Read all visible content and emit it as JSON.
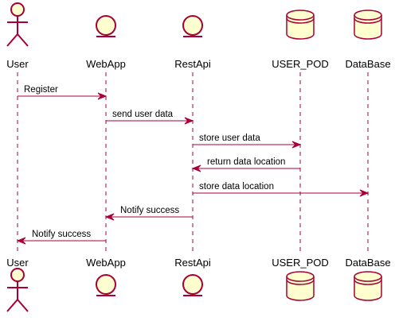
{
  "diagram": {
    "type": "sequence",
    "colors": {
      "participant_fill": "#fefece",
      "participant_stroke": "#a80036",
      "lifeline": "#a80036",
      "arrow": "#a80036",
      "text": "#000000"
    },
    "participants": [
      {
        "id": "user",
        "name": "User",
        "shape": "actor",
        "icon": "actor-icon"
      },
      {
        "id": "webapp",
        "name": "WebApp",
        "shape": "entity",
        "icon": "entity-icon"
      },
      {
        "id": "restapi",
        "name": "RestApi",
        "shape": "entity",
        "icon": "entity-icon"
      },
      {
        "id": "user_pod",
        "name": "USER_POD",
        "shape": "database",
        "icon": "database-icon"
      },
      {
        "id": "database",
        "name": "DataBase",
        "shape": "database",
        "icon": "database-icon"
      }
    ],
    "messages": [
      {
        "from": "user",
        "to": "webapp",
        "label": "Register"
      },
      {
        "from": "webapp",
        "to": "restapi",
        "label": "send user data"
      },
      {
        "from": "restapi",
        "to": "user_pod",
        "label": "store user data"
      },
      {
        "from": "user_pod",
        "to": "restapi",
        "label": "return data location"
      },
      {
        "from": "restapi",
        "to": "database",
        "label": "store data location"
      },
      {
        "from": "restapi",
        "to": "webapp",
        "label": "Notify success"
      },
      {
        "from": "webapp",
        "to": "user",
        "label": "Notify success"
      }
    ]
  }
}
